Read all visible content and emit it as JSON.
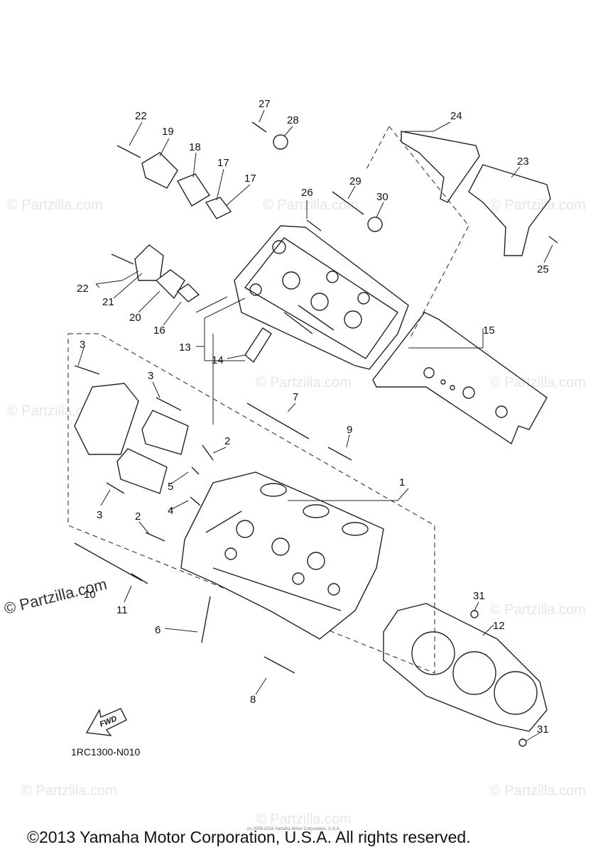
{
  "watermark": {
    "text": "© Partzilla.com"
  },
  "callouts": {
    "c1": "1",
    "c2a": "2",
    "c2b": "2",
    "c3a": "3",
    "c3b": "3",
    "c3c": "3",
    "c4": "4",
    "c5": "5",
    "c6": "6",
    "c7": "7",
    "c8": "8",
    "c9": "9",
    "c10": "10",
    "c11": "11",
    "c12": "12",
    "c13": "13",
    "c14": "14",
    "c15": "15",
    "c16": "16",
    "c17a": "17",
    "c17b": "17",
    "c18": "18",
    "c19": "19",
    "c20": "20",
    "c21": "21",
    "c22a": "22",
    "c22b": "22",
    "c23": "23",
    "c24": "24",
    "c25": "25",
    "c26": "26",
    "c27": "27",
    "c28": "28",
    "c29": "29",
    "c30": "30",
    "c31a": "31",
    "c31b": "31"
  },
  "fwd_label": "FWD",
  "diagram_code": "1RC1300-N010",
  "copyright": "©2013 Yamaha Motor Corporation, U.S.A. All rights reserved.",
  "copyright_small": "(c) 2005-2016 Yamaha Motor Corporation, U.S.A."
}
